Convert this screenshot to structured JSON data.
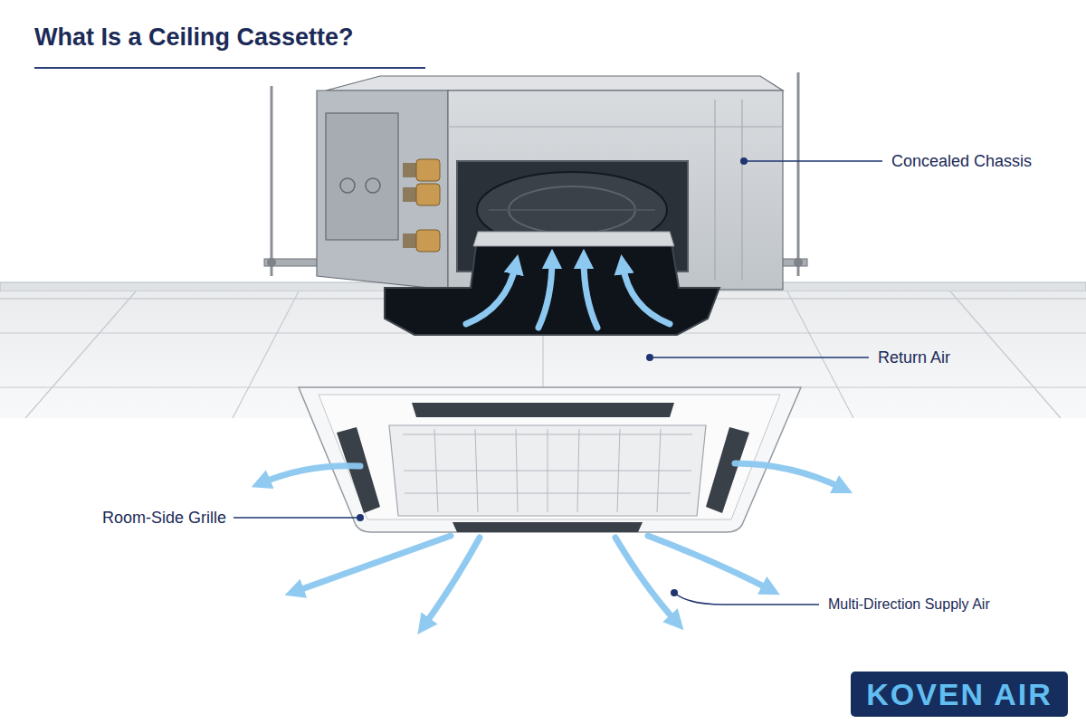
{
  "diagram": {
    "title": "What Is a Ceiling Cassette?",
    "nodes": [
      {
        "text": [
          "KOVEN AIR"
        ]
      }
    ],
    "labels": [
      "Concealed Chassis",
      "Return Air",
      "Room-Side Grille",
      "Multi-Direction Supply Air"
    ]
  }
}
